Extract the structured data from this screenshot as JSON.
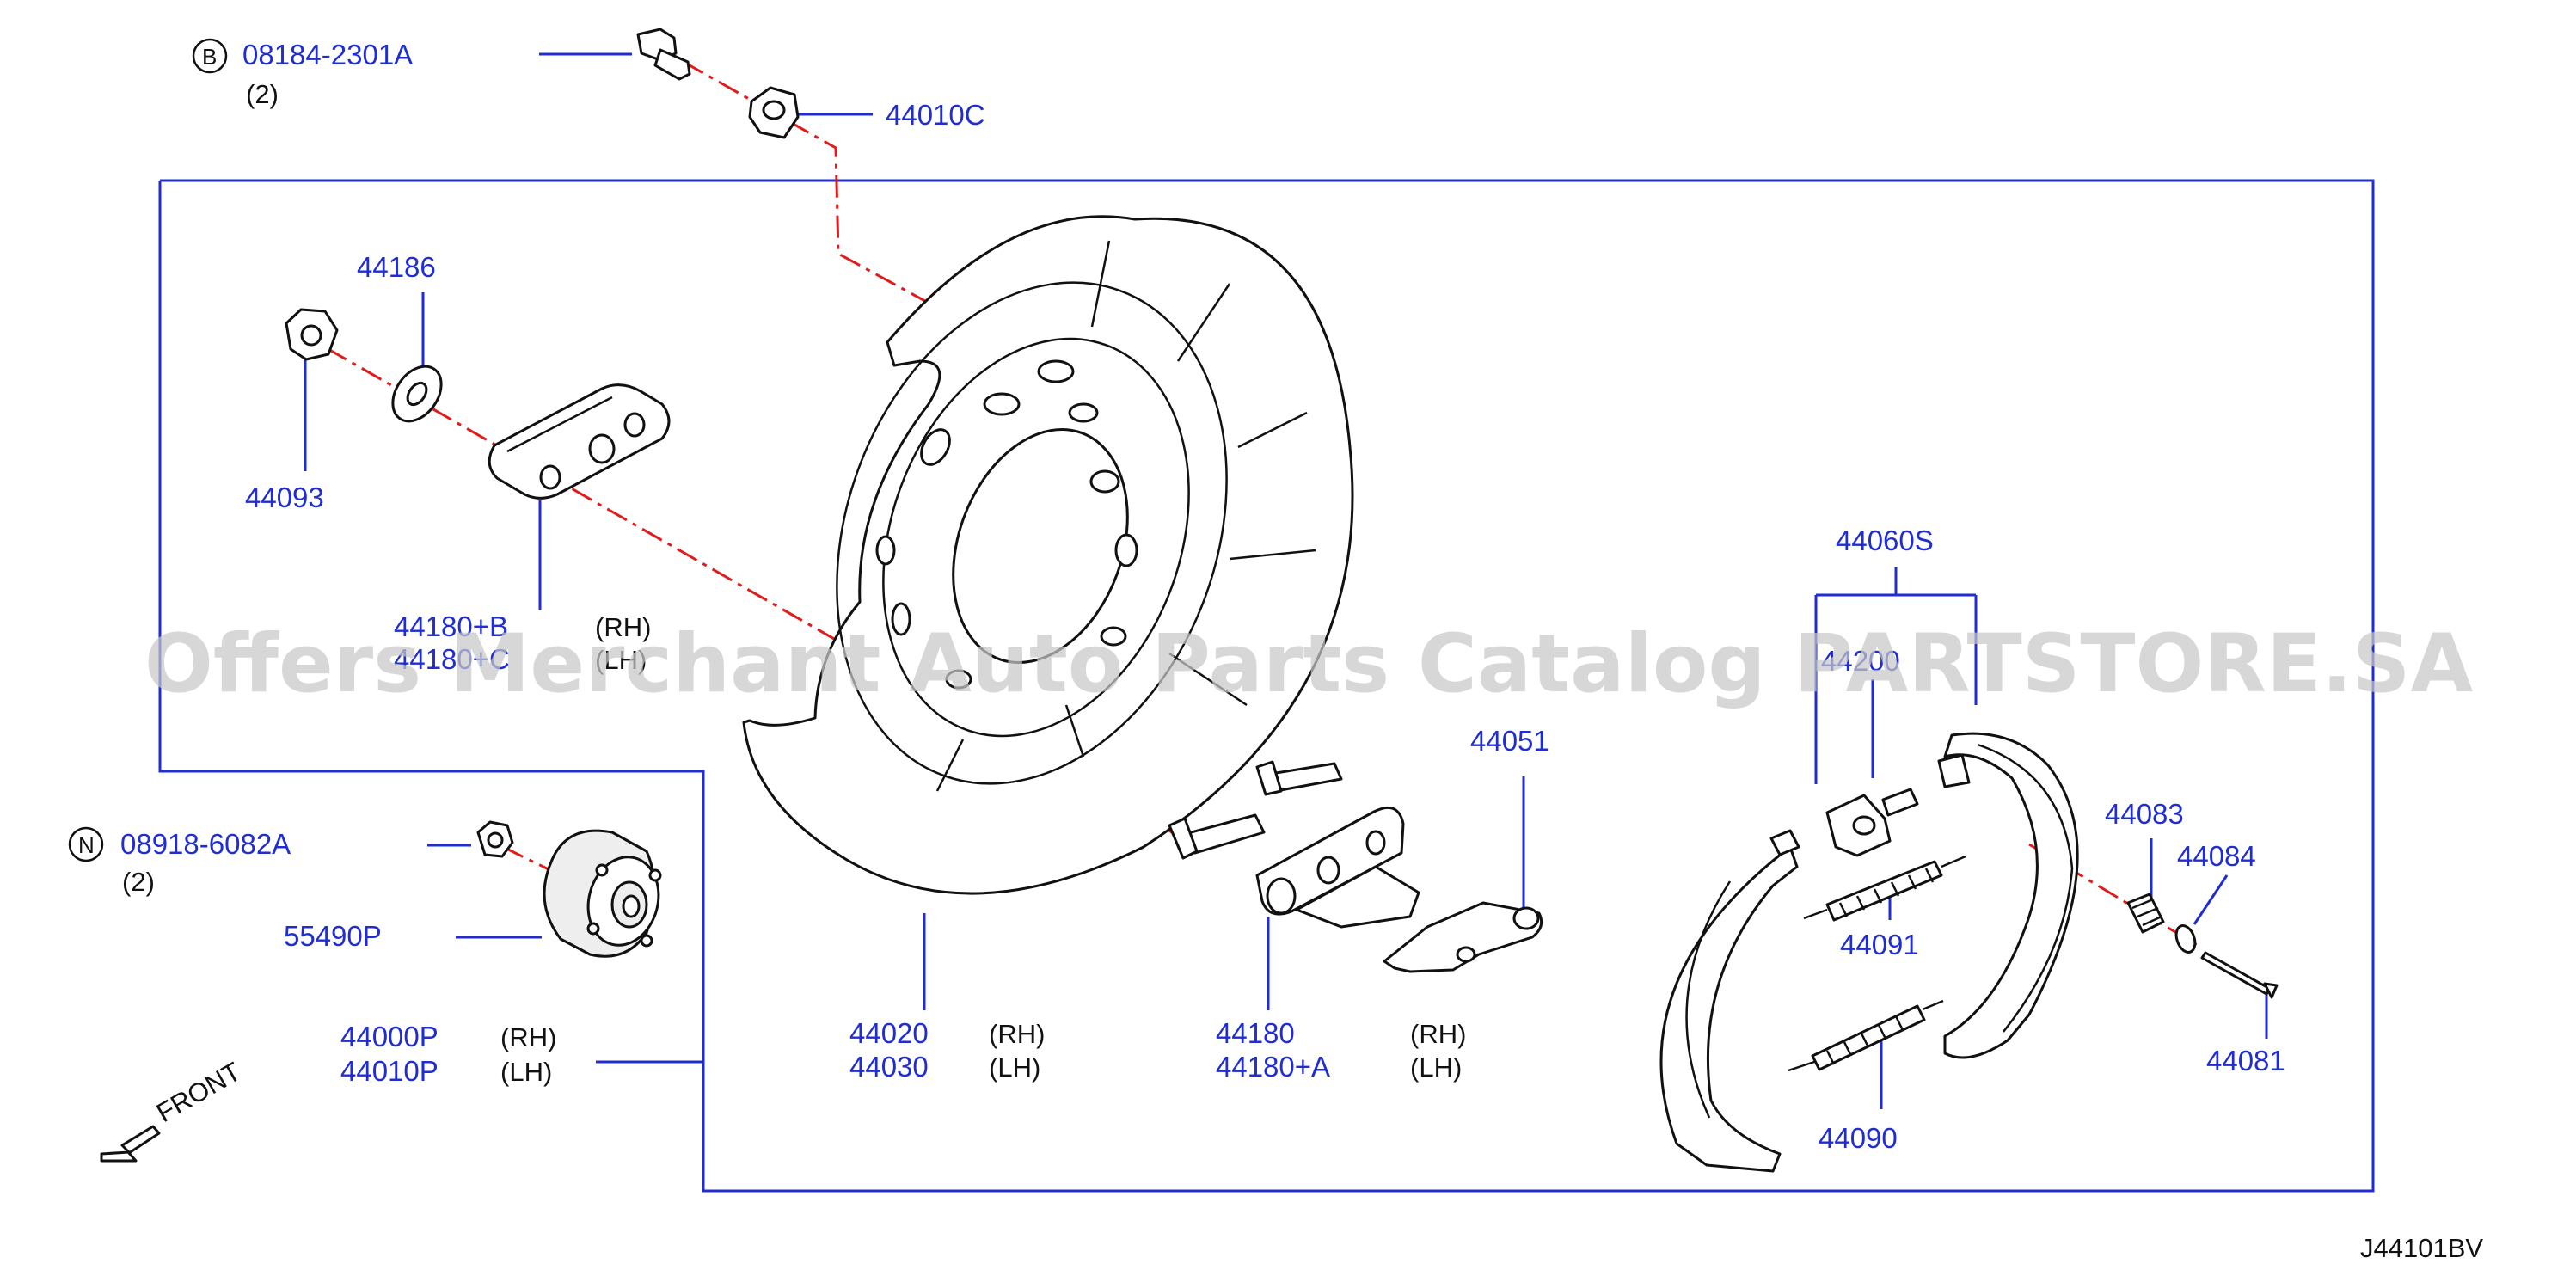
{
  "diagram_code": "J44101BV",
  "watermark": "Offers Merchant Auto Parts Catalog PARTSTORE.SA",
  "front_label": "FRONT",
  "colors": {
    "label_blue": "#1f2dd1",
    "chain_red": "#e01b1b",
    "watermark_gray": "#c8c8c8"
  },
  "callouts": {
    "bolt": {
      "badge": "B",
      "part": "08184-2301A",
      "qty": "(2)"
    },
    "nut_n": {
      "badge": "N",
      "part": "08918-6082A",
      "qty": "(2)"
    },
    "spacer": "44010C",
    "nut_44186": "44186",
    "washer_44093": "44093",
    "bracket": {
      "rh": "44180+B",
      "lh": "44180+C",
      "rh_tag": "(RH)",
      "lh_tag": "(LH)"
    },
    "hub_55490": "55490P",
    "assembly": {
      "rh": "44000P",
      "lh": "44010P",
      "rh_tag": "(RH)",
      "lh_tag": "(LH)"
    },
    "plate": {
      "rh": "44020",
      "lh": "44030",
      "rh_tag": "(RH)",
      "lh_tag": "(LH)"
    },
    "lever": {
      "rh": "44180",
      "lh": "44180+A",
      "rh_tag": "(RH)",
      "lh_tag": "(LH)"
    },
    "clip": "44051",
    "shoe_set": "44060S",
    "adjuster": "44200",
    "spring_44091": "44091",
    "spring_44090": "44090",
    "spring_44083": "44083",
    "cup_44084": "44084",
    "pin_44081": "44081"
  }
}
